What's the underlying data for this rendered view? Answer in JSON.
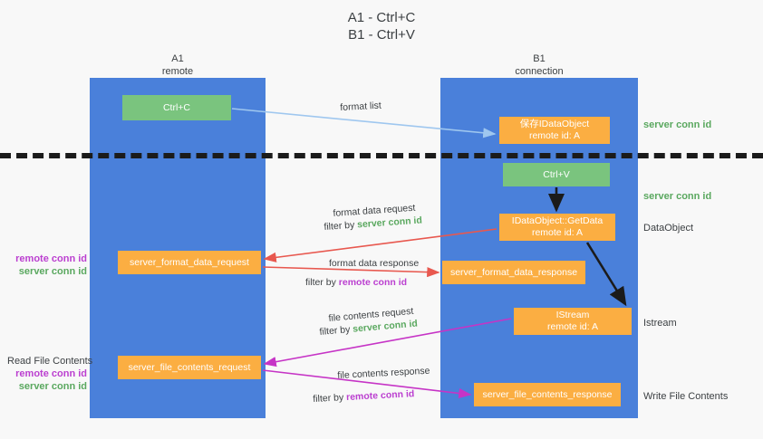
{
  "title": {
    "line1": "A1 - Ctrl+C",
    "line2": "B1 - Ctrl+V"
  },
  "columns": {
    "a": {
      "name": "A1",
      "sub": "remote"
    },
    "b": {
      "name": "B1",
      "sub": "connection"
    }
  },
  "boxes": {
    "ctrl_c": "Ctrl+C",
    "idataobject": "保存IDataObject\nremote id: A",
    "idataobject_line1": "保存IDataObject",
    "idataobject_line2": "remote id: A",
    "ctrl_v": "Ctrl+V",
    "getdata_line1": "IDataObject::GetData",
    "getdata_line2": "remote id: A",
    "server_format_data_request": "server_format_data_request",
    "server_format_data_response": "server_format_data_response",
    "istream_line1": "IStream",
    "istream_line2": "remote id: A",
    "server_file_contents_request": "server_file_contents_request",
    "server_file_contents_response": "server_file_contents_response"
  },
  "right_notes": {
    "server_conn_id_1": "server conn id",
    "server_conn_id_2": "server conn id",
    "dataobject": "DataObject",
    "istream": "Istream",
    "write_file_contents": "Write File Contents"
  },
  "left_notes": {
    "remote_conn_id_1": "remote conn id",
    "server_conn_id_1": "server conn id",
    "read_file_contents": "Read File Contents",
    "remote_conn_id_2": "remote conn id",
    "server_conn_id_2": "server conn id"
  },
  "flow_labels": {
    "format_list": "format list",
    "format_data_request": "format data request",
    "filter_by": "filter by ",
    "server_conn_id": "server conn id",
    "format_data_response": "format data response",
    "remote_conn_id": "remote conn id",
    "file_contents_request": "file contents request",
    "file_contents_response": "file contents response"
  },
  "colors": {
    "column_blue": "#4a80da",
    "green_box": "#7ac47e",
    "orange_box": "#fbae42",
    "green_text": "#5aa85f",
    "purple_text": "#bb3fd0",
    "red_arrow": "#e8584f",
    "magenta_arrow": "#c634c6",
    "light_blue_arrow": "#9fc7ef",
    "black_arrow": "#1b1b1b",
    "background": "#f8f8f8"
  }
}
